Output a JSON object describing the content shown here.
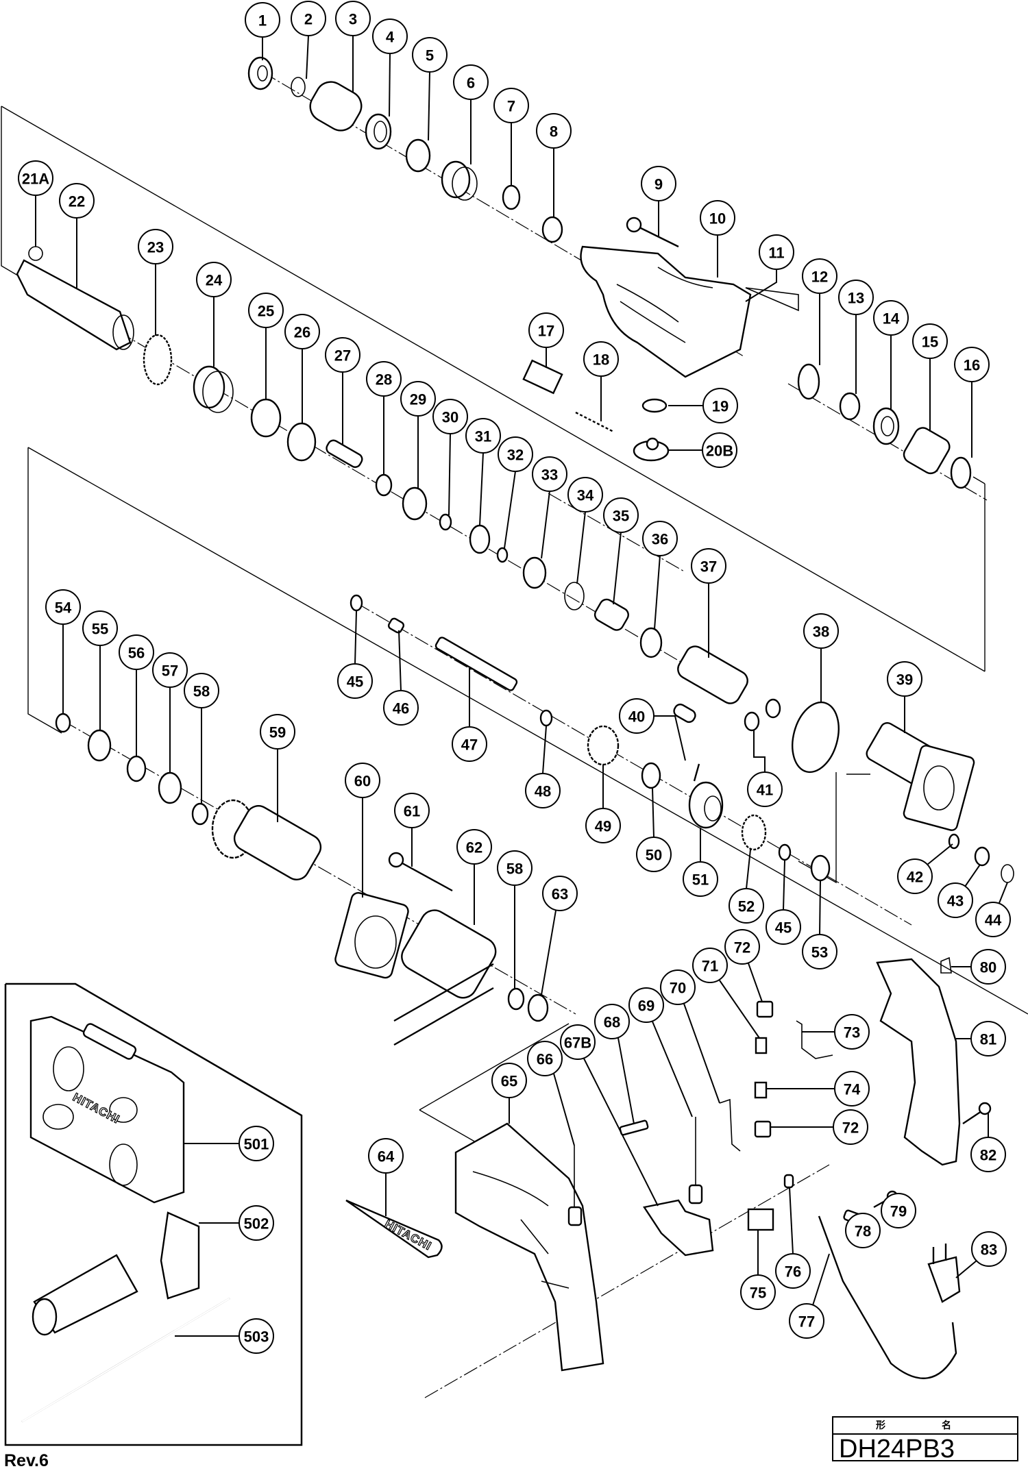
{
  "document": {
    "type": "exploded parts diagram",
    "model_header": "形　名",
    "model": "DH24PB3",
    "revision": "Rev.6",
    "brand_marking": "HITACHI"
  },
  "part_numbers": [
    "1",
    "2",
    "3",
    "4",
    "5",
    "6",
    "7",
    "8",
    "9",
    "10",
    "11",
    "12",
    "13",
    "14",
    "15",
    "16",
    "17",
    "18",
    "19",
    "20B",
    "21A",
    "22",
    "23",
    "24",
    "25",
    "26",
    "27",
    "28",
    "29",
    "30",
    "31",
    "32",
    "33",
    "34",
    "35",
    "36",
    "37",
    "38",
    "39",
    "40",
    "41",
    "42",
    "43",
    "44",
    "45",
    "46",
    "47",
    "48",
    "49",
    "50",
    "51",
    "52",
    "53",
    "54",
    "55",
    "56",
    "57",
    "58",
    "59",
    "60",
    "61",
    "62",
    "63",
    "64",
    "65",
    "66",
    "67B",
    "68",
    "69",
    "70",
    "71",
    "72",
    "73",
    "74",
    "75",
    "76",
    "77",
    "78",
    "79",
    "80",
    "81",
    "82",
    "83",
    "501",
    "502",
    "503"
  ],
  "callouts": {
    "p1": "1",
    "p2": "2",
    "p3": "3",
    "p4": "4",
    "p5": "5",
    "p6": "6",
    "p7": "7",
    "p8": "8",
    "p9": "9",
    "p10": "10",
    "p11": "11",
    "p12": "12",
    "p13": "13",
    "p14": "14",
    "p15": "15",
    "p16": "16",
    "p17": "17",
    "p18": "18",
    "p19": "19",
    "p20B": "20B",
    "p21A": "21A",
    "p22": "22",
    "p23": "23",
    "p24": "24",
    "p25": "25",
    "p26": "26",
    "p27": "27",
    "p28": "28",
    "p29": "29",
    "p30": "30",
    "p31": "31",
    "p32": "32",
    "p33": "33",
    "p34": "34",
    "p35": "35",
    "p36": "36",
    "p37": "37",
    "p38": "38",
    "p39": "39",
    "p40": "40",
    "p41": "41",
    "p42": "42",
    "p43": "43",
    "p44": "44",
    "p45a": "45",
    "p45b": "45",
    "p46": "46",
    "p47": "47",
    "p48": "48",
    "p49": "49",
    "p50": "50",
    "p51": "51",
    "p52": "52",
    "p53": "53",
    "p54": "54",
    "p55": "55",
    "p56": "56",
    "p57": "57",
    "p58a": "58",
    "p58b": "58",
    "p59": "59",
    "p60": "60",
    "p61": "61",
    "p62": "62",
    "p63": "63",
    "p64": "64",
    "p65": "65",
    "p66": "66",
    "p67B": "67B",
    "p68": "68",
    "p69": "69",
    "p70": "70",
    "p71": "71",
    "p72a": "72",
    "p72b": "72",
    "p73": "73",
    "p74": "74",
    "p75": "75",
    "p76": "76",
    "p77": "77",
    "p78": "78",
    "p79": "79",
    "p80": "80",
    "p81": "81",
    "p82": "82",
    "p83": "83",
    "p501": "501",
    "p502": "502",
    "p503": "503"
  },
  "accessory_group": [
    "501",
    "502",
    "503"
  ],
  "colors": {
    "line": "#000000",
    "background": "#ffffff"
  }
}
